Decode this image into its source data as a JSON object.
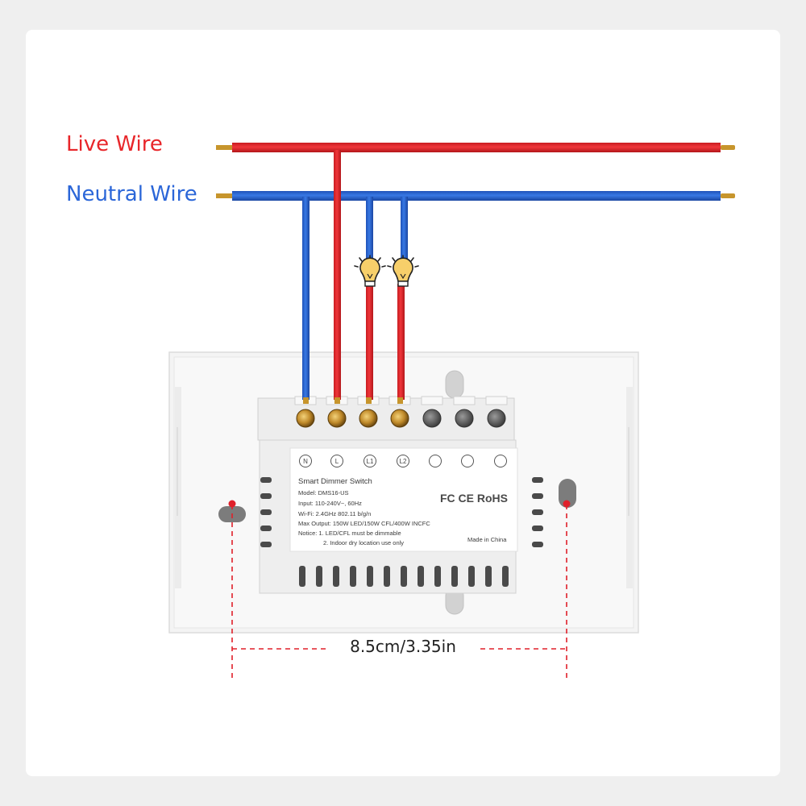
{
  "labels": {
    "live_wire": "Live Wire",
    "neutral_wire": "Neutral Wire",
    "dimension": "8.5cm/3.35in"
  },
  "terminals": [
    "N",
    "L",
    "L1",
    "L2"
  ],
  "device_label": {
    "title": "Smart Dimmer Switch",
    "model": "Model: DMS16-US",
    "input": "Input: 110-240V~, 60Hz",
    "wifi": "Wi-Fi: 2.4GHz 802.11 b/g/n",
    "max_output": "Max Output: 150W LED/150W CFL/400W INCFC",
    "notice_1": "Notice: 1. LED/CFL must be dimmable",
    "notice_2": "2. Indoor dry location use only",
    "certifications": "FC CE RoHS",
    "made_in": "Made in China"
  },
  "colors": {
    "live": "#e8262a",
    "neutral": "#2b66d8",
    "dimension": "#e0202a",
    "bulb": "#f7cf6a"
  }
}
